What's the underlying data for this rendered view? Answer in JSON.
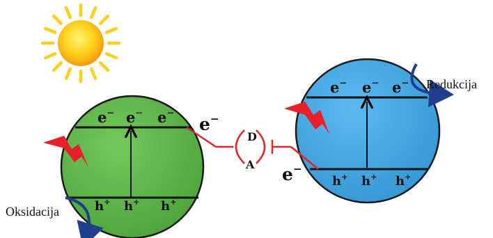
{
  "diagram": {
    "electron": "e",
    "electron_charge": "−",
    "hole": "h",
    "hole_charge": "+",
    "donor": "D",
    "acceptor": "A",
    "oxidation_label": "Oksidacija",
    "reduction_label": "Redukcija",
    "colors": {
      "green_sphere": "#5fb54a",
      "blue_sphere": "#45a8e0",
      "transfer_red": "#e2242b",
      "bolt_red": "#e8202a",
      "curve_blue": "#1f3f8c",
      "sun_yellow": "#ffd21a",
      "sun_orange": "#f39a12"
    },
    "icons": [
      "sun-icon",
      "lightning-bolt-icon"
    ]
  }
}
